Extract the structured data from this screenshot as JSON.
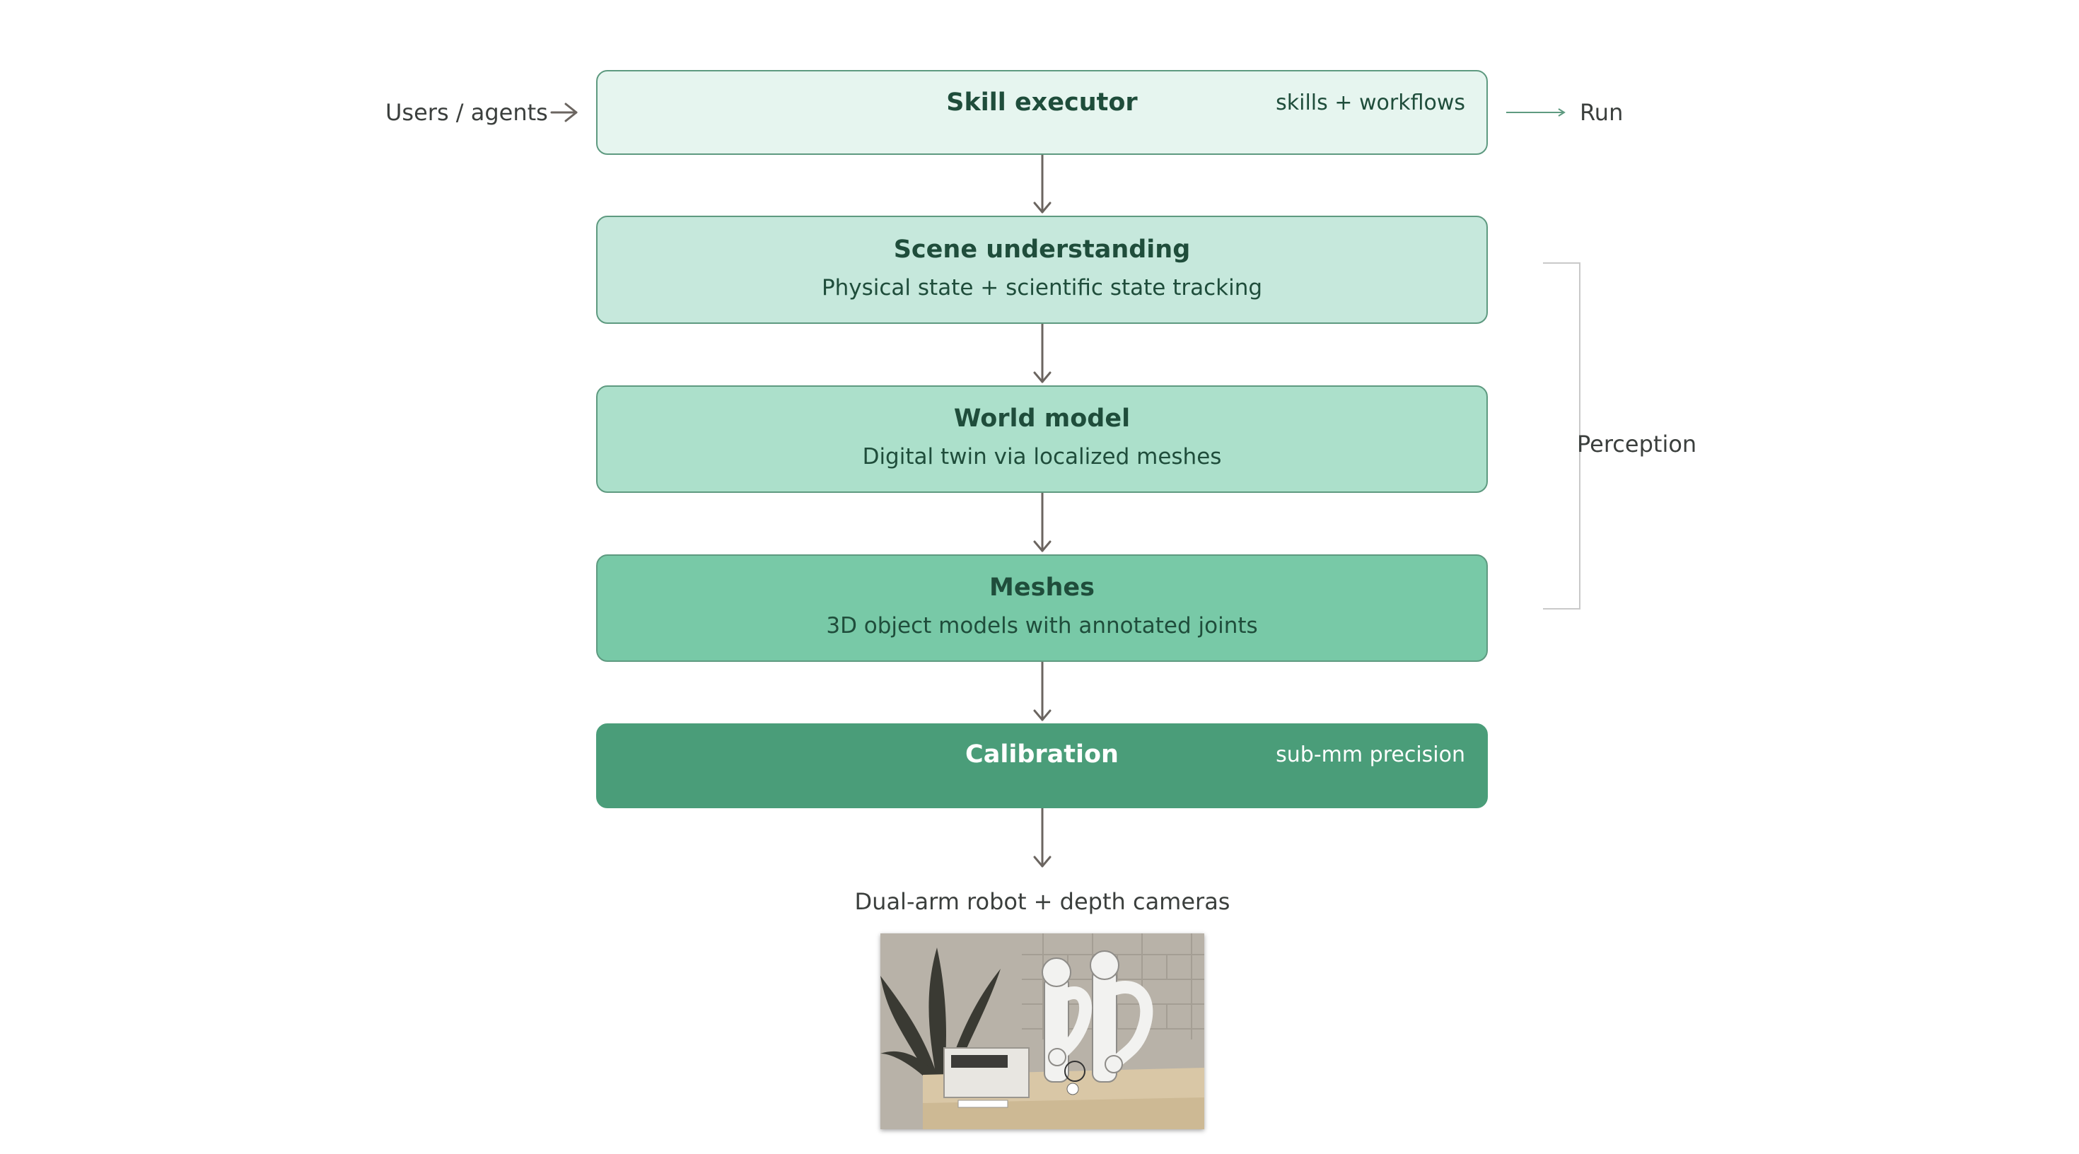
{
  "input_label": "Users / agents",
  "run_label": "Run",
  "perception_label": "Perception",
  "layers": {
    "skill_executor": {
      "title": "Skill executor",
      "note": "skills + workflows",
      "fill": "#e6f5ef"
    },
    "scene_understanding": {
      "title": "Scene understanding",
      "subtitle": "Physical state + scientific state tracking",
      "fill": "#c6e8dc"
    },
    "world_model": {
      "title": "World model",
      "subtitle": "Digital twin via localized meshes",
      "fill": "#ace0cb"
    },
    "meshes": {
      "title": "Meshes",
      "subtitle": "3D object models with annotated joints",
      "fill": "#78c9a7"
    },
    "calibration": {
      "title": "Calibration",
      "note": "sub-mm precision",
      "fill": "#4a9d79"
    }
  },
  "hardware_label": "Dual-arm robot + depth cameras",
  "colors": {
    "arrow": "#6b6560",
    "bracket": "#c9c9c9",
    "box_border": "#5e9a80",
    "dark_text": "#1f4d3b"
  }
}
